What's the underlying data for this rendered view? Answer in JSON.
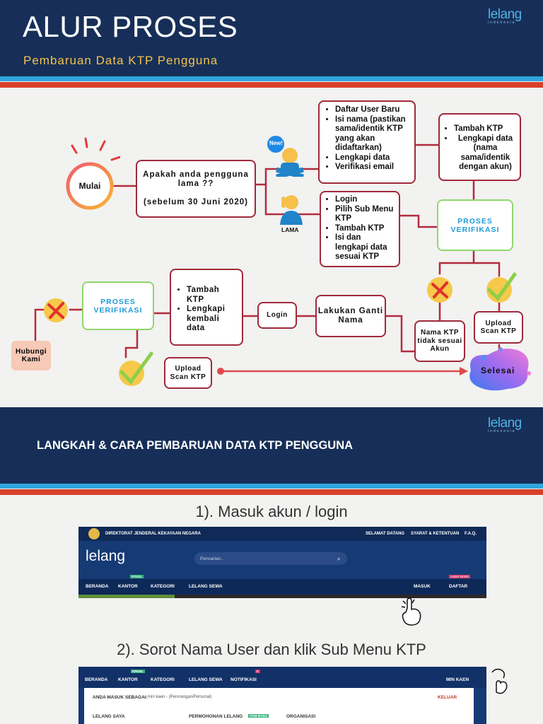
{
  "header": {
    "title": "ALUR PROSES",
    "subtitle": "Pembaruan Data KTP Pengguna",
    "logo": "lelang",
    "logo_sub": "indonesia"
  },
  "flow": {
    "start": "Mulai",
    "question": "Apakah anda pengguna lama ??",
    "question_note": "(sebelum 30 Juni 2020)",
    "new_badge": "New!",
    "old_label": "LAMA",
    "new_steps": [
      "Daftar User Baru",
      "Isi nama (pastikan sama/identik KTP yang akan didaftarkan)",
      "Lengkapi data",
      "Verifikasi email"
    ],
    "new_ktp_steps": [
      "Tambah KTP",
      "Lengkapi data (nama sama/identik dengan akun)"
    ],
    "old_steps": [
      "Login",
      "Pilih Sub Menu KTP",
      "Tambah KTP",
      "Isi dan lengkapi data sesuai KTP"
    ],
    "verify_1": "PROSES VERIFIKASI",
    "verify_2": "PROSES VERIFIKASI",
    "mismatch": "Nama KTP tidak sesuai Akun",
    "upload_1": "Upload Scan KTP",
    "change_name": "Lakukan Ganti Nama",
    "login": "Login",
    "add_ktp_steps": [
      "Tambah KTP",
      "Lengkapi kembali data"
    ],
    "contact": "Hubungi Kami",
    "upload_2": "Upload Scan KTP",
    "finish": "Selesai"
  },
  "section2": {
    "title": "LANGKAH & CARA PEMBARUAN DATA KTP PENGGUNA",
    "step1": "1). Masuk akun / login",
    "step2": "2). Sorot Nama User dan klik Sub Menu KTP"
  },
  "shot1": {
    "org": "DIREKTORAT JENDERAL KEKAYAAN NEGARA",
    "links": [
      "SELAMAT DATANG",
      "SYARAT & KETENTUAN",
      "F.A.Q."
    ],
    "search_placeholder": "Pencarian..",
    "nav": [
      "BERANDA",
      "KANTOR",
      "KATEGORI",
      "LELANG SEWA"
    ],
    "badge_kantor": "KPKNL",
    "badge_daftar": "USER BARU",
    "masuk": "MASUK",
    "daftar": "DAFTAR"
  },
  "shot2": {
    "nav": [
      "BERANDA",
      "KANTOR",
      "KATEGORI",
      "LELANG SEWA",
      "NOTIFIKASI"
    ],
    "badge_kantor": "KPKNL",
    "badge_notif": "0",
    "user": "MIN KAEN",
    "login_as_label": "ANDA MASUK SEBAGAI:",
    "login_as_value": "min kaen - (Perorangan/Personal)",
    "logout": "KELUAR",
    "row": [
      "LELANG SAYA",
      "PERMOHONAN LELANG",
      "ORGANISASI"
    ],
    "row_badge": "ITEM BARU"
  },
  "colors": {
    "navy": "#172f58",
    "blue": "#2ea6dc",
    "red": "#d8402a",
    "maroon": "#a0293b",
    "green": "#8fd76d",
    "gold": "#f3c24b"
  }
}
